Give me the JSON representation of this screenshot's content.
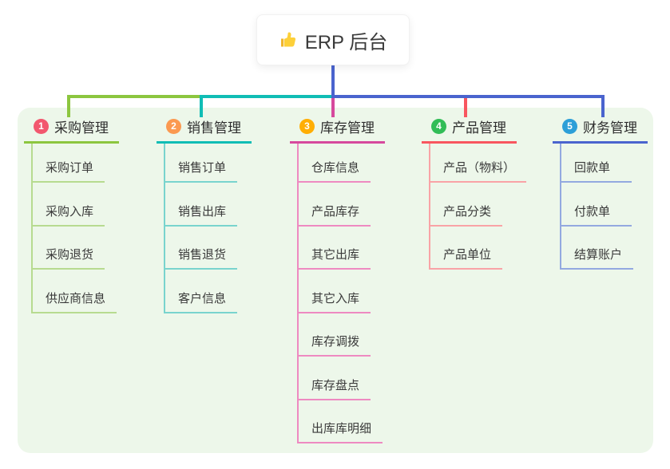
{
  "root": {
    "label": "ERP 后台",
    "icon": "thumbs-up-icon"
  },
  "colors": {
    "canvas_bg": "#ffffff",
    "panel_bg": "#edf7ea",
    "root_connector": "#4a64ce"
  },
  "branches": [
    {
      "index": "1",
      "label": "采购管理",
      "badge_color": "#f2576e",
      "line_color": "#8cc63f",
      "sub_line_color": "#b7db90",
      "items": [
        "采购订单",
        "采购入库",
        "采购退货",
        "供应商信息"
      ]
    },
    {
      "index": "2",
      "label": "销售管理",
      "badge_color": "#fb9950",
      "line_color": "#10bdb5",
      "sub_line_color": "#79d4ce",
      "items": [
        "销售订单",
        "销售出库",
        "销售退货",
        "客户信息"
      ]
    },
    {
      "index": "3",
      "label": "库存管理",
      "badge_color": "#ffae04",
      "line_color": "#d6499d",
      "sub_line_color": "#ee8ac1",
      "items": [
        "仓库信息",
        "产品库存",
        "其它出库",
        "其它入库",
        "库存调拨",
        "库存盘点",
        "出库库明细"
      ]
    },
    {
      "index": "4",
      "label": "产品管理",
      "badge_color": "#32bd57",
      "line_color": "#f8565f",
      "sub_line_color": "#f9a3a6",
      "items": [
        "产品（物料）",
        "产品分类",
        "产品单位"
      ]
    },
    {
      "index": "5",
      "label": "财务管理",
      "badge_color": "#2d9fd8",
      "line_color": "#4a64ce",
      "sub_line_color": "#93a9e0",
      "items": [
        "回款单",
        "付款单",
        "结算账户"
      ]
    }
  ]
}
